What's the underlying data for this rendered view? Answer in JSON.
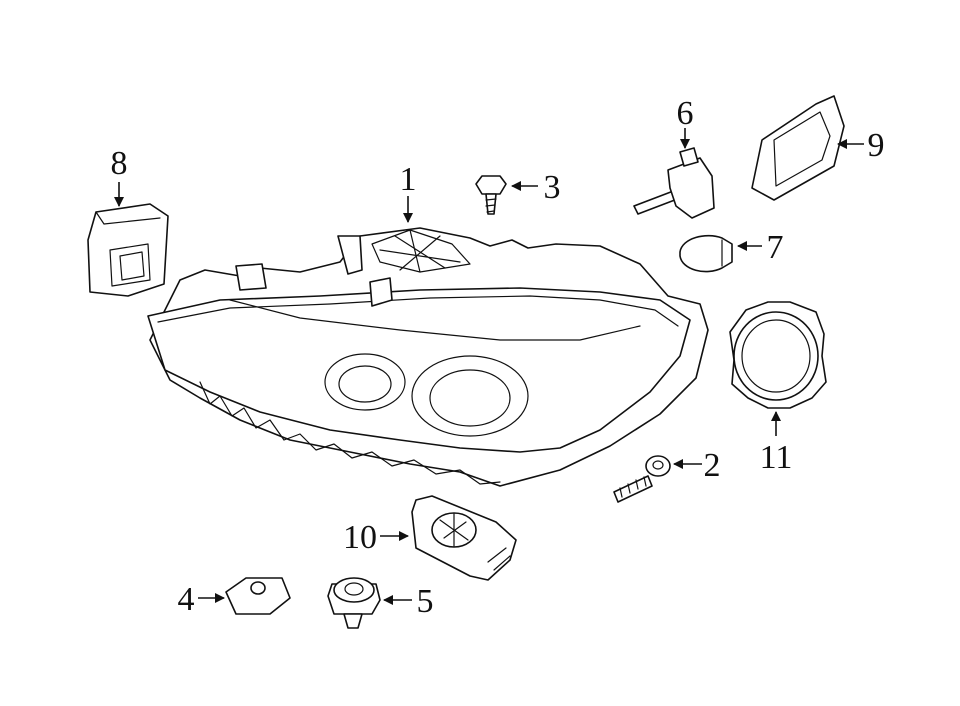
{
  "highlight_color": "#a9dcf2",
  "callouts": {
    "c1": "1",
    "c2": "2",
    "c3": "3",
    "c4": "4",
    "c5": "5",
    "c6": "6",
    "c7": "7",
    "c8": "8",
    "c9": "9",
    "c10": "10",
    "c11": "11"
  }
}
